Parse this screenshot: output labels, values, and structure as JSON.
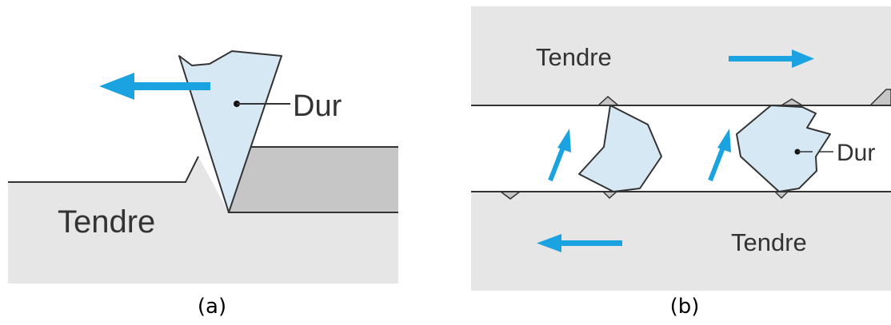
{
  "panel_a": {
    "label_hard": "Dur",
    "label_soft": "Tendre",
    "caption": "(a)"
  },
  "panel_b": {
    "label_soft_top": "Tendre",
    "label_soft_bottom": "Tendre",
    "label_hard": "Dur",
    "caption": "(b)"
  },
  "colors": {
    "soft_gray": "#e6e6e6",
    "dark_gray": "#c6c6c6",
    "hard_blue": "#d7e8f5",
    "arrow_blue": "#1aa3e0",
    "line": "#333333"
  }
}
